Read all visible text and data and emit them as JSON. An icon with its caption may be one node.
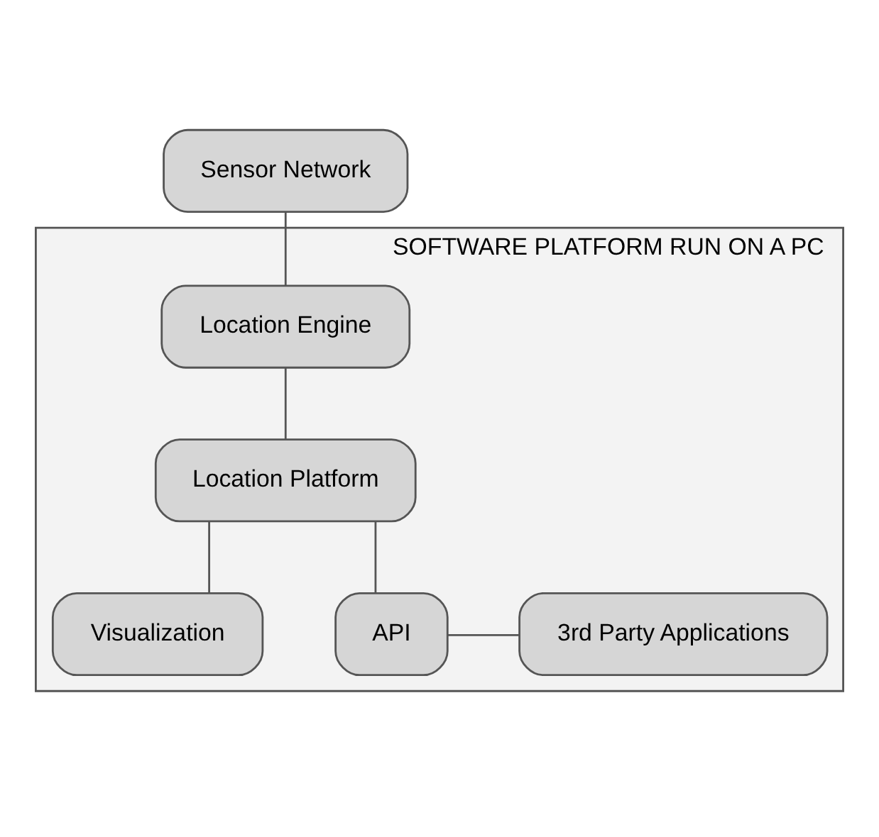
{
  "diagram": {
    "nodes": [
      {
        "text": [
          "Sensor Network"
        ]
      },
      {
        "text": [
          "SOFTWARE PLATFORM RUN ON A PC"
        ]
      },
      {
        "text": [
          "Location Engine"
        ],
        "in": 1
      },
      {
        "text": [
          "Location Platform"
        ],
        "in": 1
      },
      {
        "text": [
          "Visualization"
        ],
        "in": 1
      },
      {
        "text": [
          "API"
        ],
        "in": 1
      },
      {
        "text": [
          "3rd Party Applications"
        ],
        "in": 1
      }
    ],
    "edges": [
      {
        "from": 0,
        "to": 2,
        "arrow": "none"
      },
      {
        "from": 2,
        "to": 3,
        "arrow": "none"
      },
      {
        "from": 3,
        "to": 4,
        "arrow": "none"
      },
      {
        "from": 3,
        "to": 5,
        "arrow": "none"
      },
      {
        "from": 5,
        "to": 6,
        "arrow": "none"
      }
    ]
  }
}
